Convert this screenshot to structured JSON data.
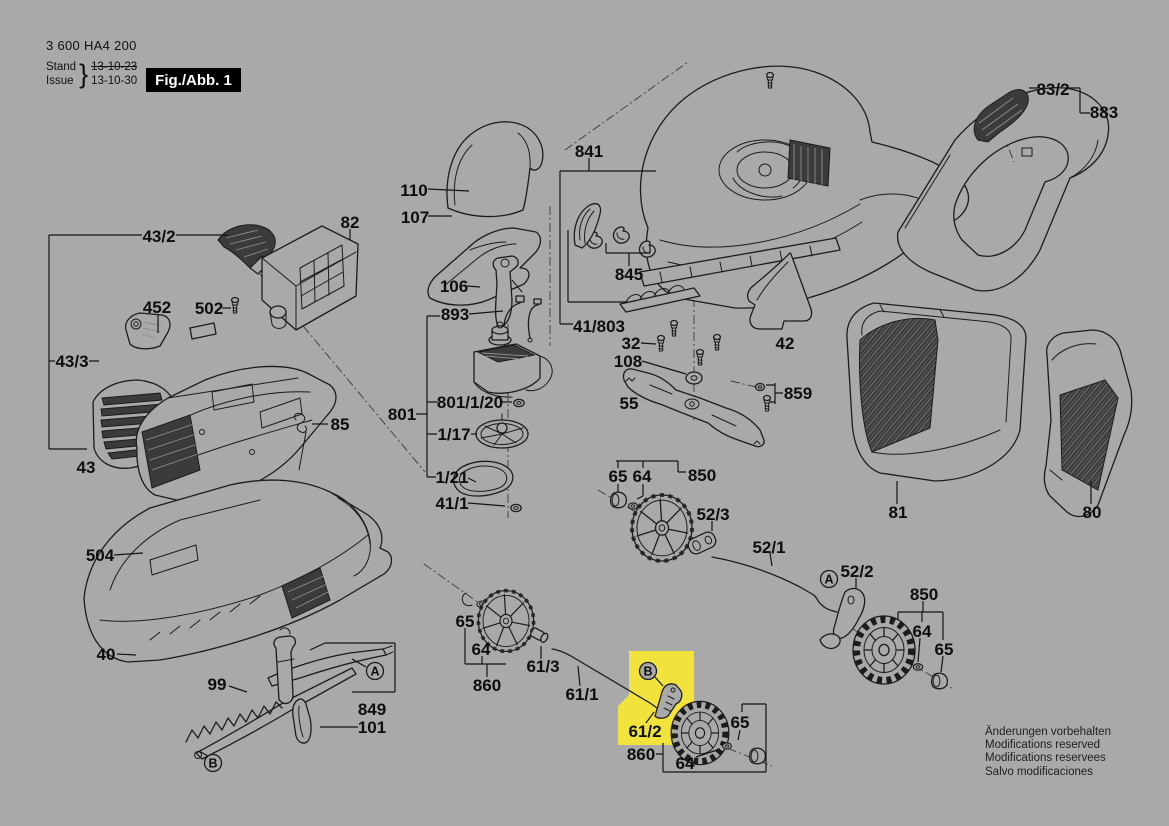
{
  "header": {
    "model": "3 600 HA4 200",
    "stand_label": "Stand",
    "issue_label": "Issue",
    "brace": "}",
    "stand_date": "13-10-23",
    "issue_date": "13-10-30",
    "figure": "Fig./Abb. 1"
  },
  "parts": {
    "110": "110",
    "107": "107",
    "82": "82",
    "43/2": "43/2",
    "106": "106",
    "452": "452",
    "502": "502",
    "893": "893",
    "43/3": "43/3",
    "43": "43",
    "85": "85",
    "801": "801",
    "801/1/20": "801/1/20",
    "1/17": "1/17",
    "1/21": "1/21",
    "41/1": "41/1",
    "841": "841",
    "845": "845",
    "41/803": "41/803",
    "32": "32",
    "108": "108",
    "55": "55",
    "42": "42",
    "859": "859",
    "65": "65",
    "64": "64",
    "850": "850",
    "52/3": "52/3",
    "52/1": "52/1",
    "52/2": "52/2",
    "81": "81",
    "80": "80",
    "83/2": "83/2",
    "883": "883",
    "504": "504",
    "40": "40",
    "99": "99",
    "849": "849",
    "101": "101",
    "61/3": "61/3",
    "61/1": "61/1",
    "61/2": "61/2",
    "860": "860"
  },
  "callouts": {
    "A": "A",
    "B": "B"
  },
  "selection": {
    "highlighted_part": "61/2"
  },
  "footer": {
    "lines": [
      "Änderungen vorbehalten",
      "Modifications reserved",
      "Modifications reservees",
      "Salvo modificaciones"
    ]
  },
  "colors": {
    "background": "#a9a9a9",
    "highlight": "#f1e33c",
    "ink": "#1c1c1c",
    "fig_box_bg": "#000000",
    "fig_box_text": "#ffffff"
  }
}
